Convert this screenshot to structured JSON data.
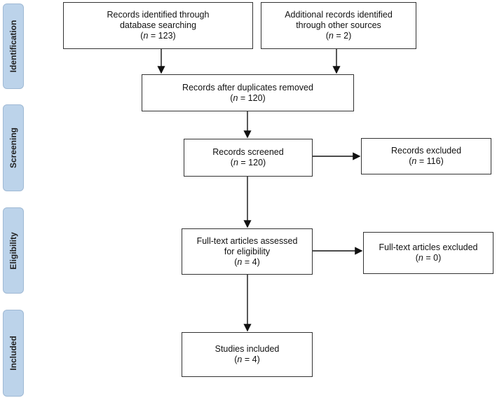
{
  "stages": [
    {
      "id": "identification",
      "label": "Identification"
    },
    {
      "id": "screening",
      "label": "Screening"
    },
    {
      "id": "eligibility",
      "label": "Eligibility"
    },
    {
      "id": "included",
      "label": "Included"
    }
  ],
  "boxes": {
    "db_search": {
      "text": "Records identified through\ndatabase searching",
      "n_var": "n",
      "n_rest": " = 123"
    },
    "other_sources": {
      "text": "Additional records identified\nthrough other sources",
      "n_var": "n",
      "n_rest": " = 2"
    },
    "after_duplicates": {
      "text": "Records after duplicates removed",
      "n_var": "n",
      "n_rest": " = 120"
    },
    "screened": {
      "text": "Records screened",
      "n_var": "n",
      "n_rest": " = 120"
    },
    "excluded": {
      "text": "Records excluded",
      "n_var": "n",
      "n_rest": " = 116"
    },
    "fulltext": {
      "text": "Full-text articles assessed\nfor eligibility",
      "n_var": "n",
      "n_rest": " = 4"
    },
    "fulltext_excluded": {
      "text": "Full-text articles excluded",
      "n_var": "n",
      "n_rest": " = 0"
    },
    "included": {
      "text": "Studies included",
      "n_var": "n",
      "n_rest": " = 4"
    }
  }
}
